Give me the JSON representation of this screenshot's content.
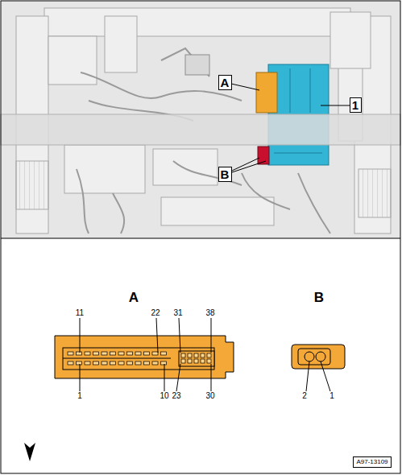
{
  "diagram": {
    "nodes": [
      {
        "text": [
          "A"
        ]
      },
      {
        "text": [
          "1"
        ]
      },
      {
        "text": [
          "B"
        ]
      },
      {
        "text": [
          "A97-13109"
        ]
      }
    ],
    "labels": [
      "A",
      "11",
      "22",
      "31",
      "38",
      "1",
      "10",
      "23",
      "30",
      "B",
      "2",
      "1"
    ]
  }
}
